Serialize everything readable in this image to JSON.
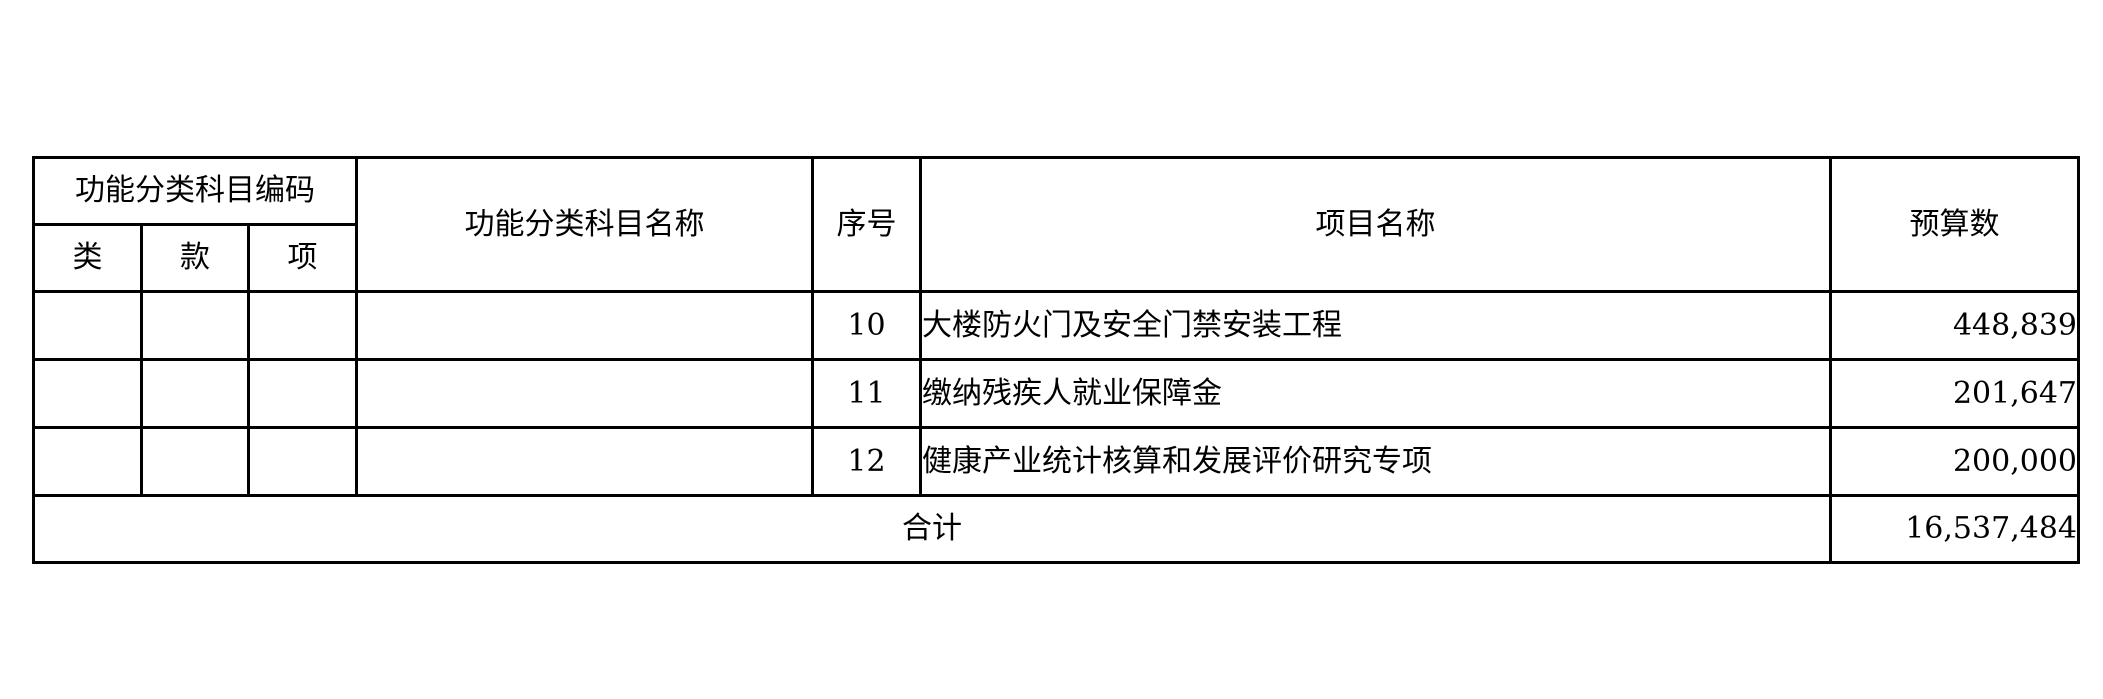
{
  "table": {
    "headers": {
      "code_group": "功能分类科目编码",
      "lei": "类",
      "kuan": "款",
      "xiang": "项",
      "subject_name": "功能分类科目名称",
      "seq": "序号",
      "project_name": "项目名称",
      "budget": "预算数"
    },
    "rows": [
      {
        "lei": "",
        "kuan": "",
        "xiang": "",
        "subject_name": "",
        "seq": "10",
        "project_name": "大楼防火门及安全门禁安装工程",
        "budget": "448,839"
      },
      {
        "lei": "",
        "kuan": "",
        "xiang": "",
        "subject_name": "",
        "seq": "11",
        "project_name": "缴纳残疾人就业保障金",
        "budget": "201,647"
      },
      {
        "lei": "",
        "kuan": "",
        "xiang": "",
        "subject_name": "",
        "seq": "12",
        "project_name": "健康产业统计核算和发展评价研究专项",
        "budget": "200,000"
      }
    ],
    "total": {
      "label": "合计",
      "budget": "16,537,484"
    }
  }
}
